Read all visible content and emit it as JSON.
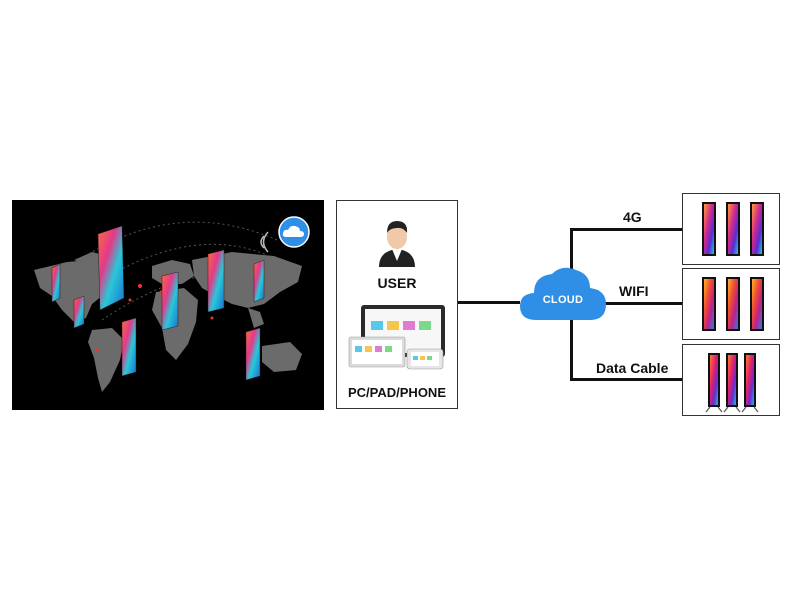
{
  "user_panel": {
    "user_label": "USER",
    "device_label": "PC/PAD/PHONE"
  },
  "cloud": {
    "label": "CLOUD",
    "color": "#2f8ee6"
  },
  "connections": [
    {
      "label": "4G"
    },
    {
      "label": "WIFI"
    },
    {
      "label": "Data Cable"
    }
  ],
  "colors": {
    "line": "#111111",
    "map_bg": "#000000",
    "land": "#6b6b6b"
  }
}
